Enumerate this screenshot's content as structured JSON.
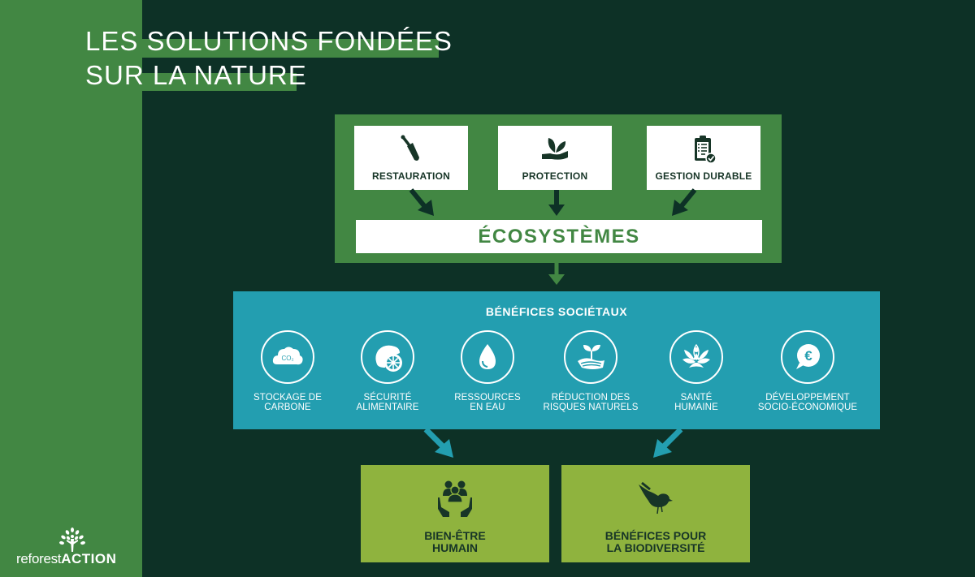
{
  "title": {
    "line1": "LES SOLUTIONS FONDÉES",
    "line2": "SUR LA NATURE"
  },
  "solutions": [
    {
      "label": "RESTAURATION",
      "icon": "trowel-icon"
    },
    {
      "label": "PROTECTION",
      "icon": "hand-plant-icon"
    },
    {
      "label": "GESTION DURABLE",
      "icon": "clipboard-check-icon"
    }
  ],
  "ecosystems": {
    "label": "ÉCOSYSTÈMES"
  },
  "societal_benefits": {
    "title": "BÉNÉFICES SOCIÉTAUX",
    "items": [
      {
        "line1": "STOCKAGE DE",
        "line2": "CARBONE",
        "icon": "co2-cloud-icon",
        "icon_text": "CO₂"
      },
      {
        "line1": "SÉCURITÉ",
        "line2": "ALIMENTAIRE",
        "icon": "citrus-icon"
      },
      {
        "line1": "RESSOURCES",
        "line2": "EN EAU",
        "icon": "water-drop-icon"
      },
      {
        "line1": "RÉDUCTION DES",
        "line2": "RISQUES NATURELS",
        "icon": "sprout-field-icon"
      },
      {
        "line1": "SANTÉ",
        "line2": "HUMAINE",
        "icon": "lotus-icon"
      },
      {
        "line1": "DÉVELOPPEMENT",
        "line2": "SOCIO-ÉCONOMIQUE",
        "icon": "euro-bubble-icon",
        "icon_text": "€"
      }
    ]
  },
  "outcomes": [
    {
      "line1": "BIEN-ÊTRE",
      "line2": "HUMAIN",
      "icon": "people-hands-icon"
    },
    {
      "line1": "BÉNÉFICES POUR",
      "line2": "LA BIODIVERSITÉ",
      "icon": "bird-icon"
    }
  ],
  "logo": {
    "light": "reforest",
    "bold": "ACTION"
  },
  "colors": {
    "background": "#0d3126",
    "green": "#428743",
    "teal": "#239eb0",
    "lime": "#8fb33e",
    "dark_text": "#173527"
  }
}
